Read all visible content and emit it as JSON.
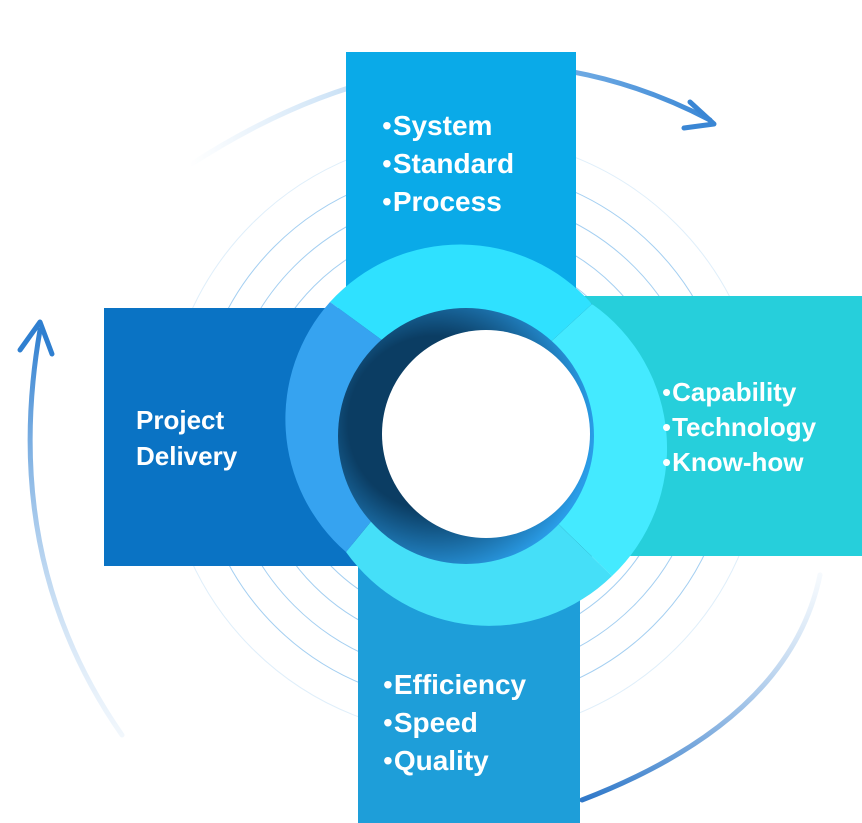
{
  "diagram": {
    "top_items": [
      "System",
      "Standard",
      "Process"
    ],
    "right_items": [
      "Capability",
      "Technology",
      "Know-how"
    ],
    "bottom_items": [
      "Efficiency",
      "Speed",
      "Quality"
    ],
    "left_label": [
      "Project",
      "Delivery"
    ],
    "bullet": "•"
  },
  "colors": {
    "top_panel": "#0aaae8",
    "right_panel": "#26cfdb",
    "bottom_panel": "#1e9ed9",
    "left_panel": "#0a73c4",
    "ring_light": "#4be6ff",
    "arrow": "#2a7fd0"
  }
}
